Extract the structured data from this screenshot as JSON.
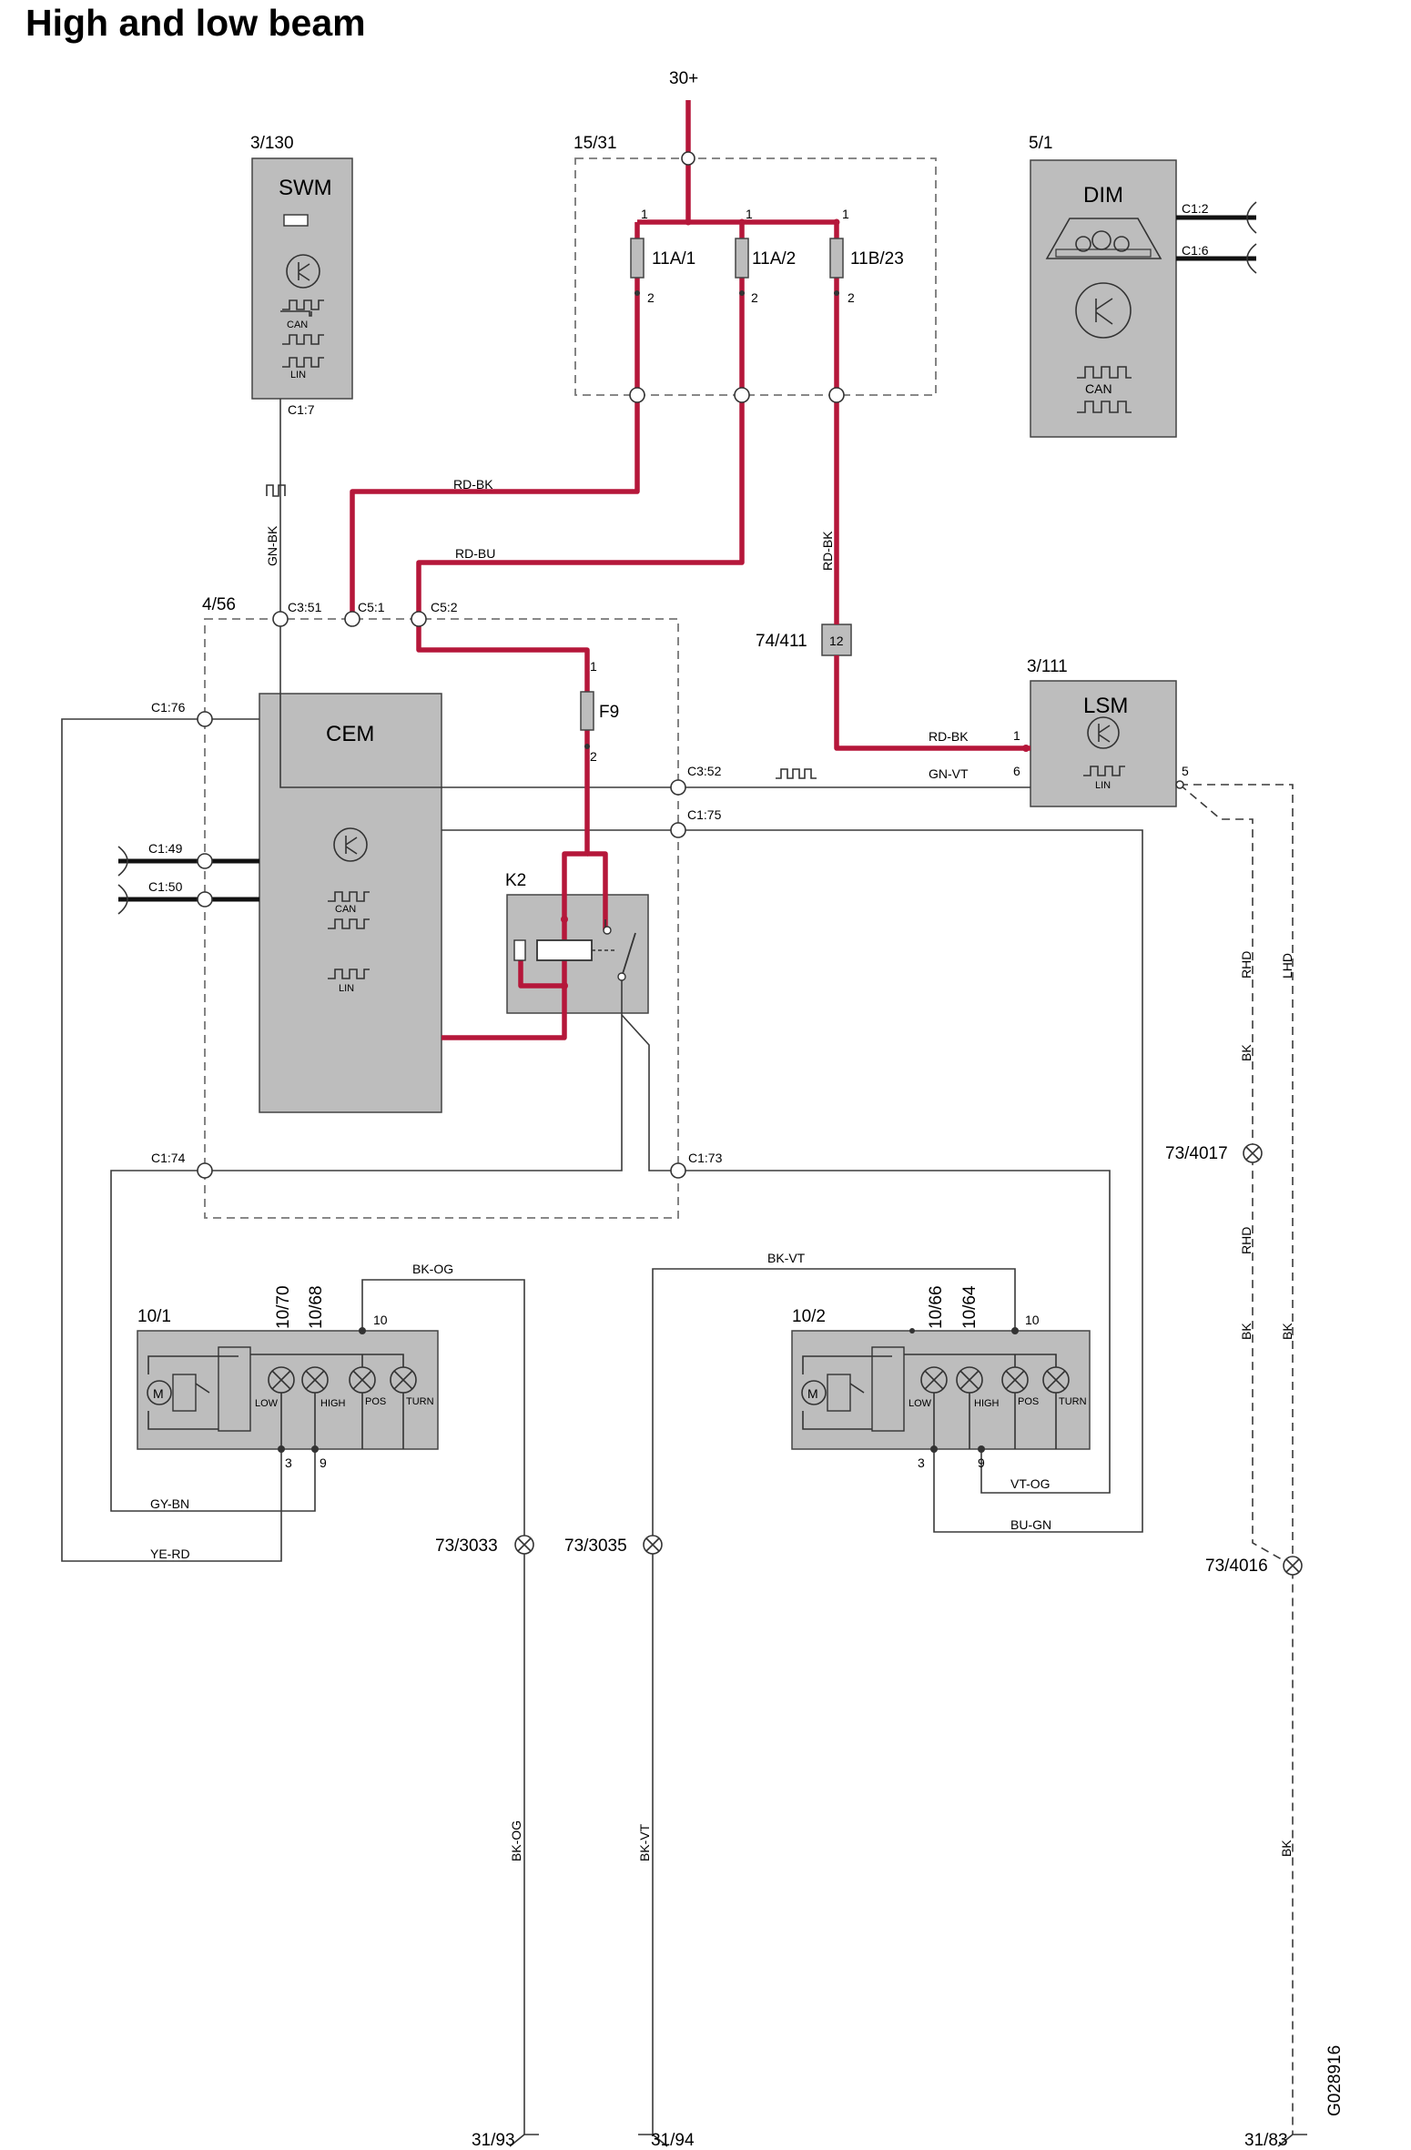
{
  "title": "High and low beam",
  "supply": "30+",
  "components": {
    "swm": {
      "id": "3/130",
      "name": "SWM",
      "connector": "C1:7"
    },
    "fusebox": {
      "id": "15/31",
      "fuses": [
        {
          "name": "11A/1",
          "pin_in": "1",
          "pin_out": "2"
        },
        {
          "name": "11A/2",
          "pin_in": "1",
          "pin_out": "2"
        },
        {
          "name": "11B/23",
          "pin_in": "1",
          "pin_out": "2"
        }
      ]
    },
    "dim": {
      "id": "5/1",
      "name": "DIM",
      "c12": "C1:2",
      "c16": "C1:6"
    },
    "cem": {
      "id": "4/56",
      "name": "CEM",
      "c351": "C3:51",
      "c51": "C5:1",
      "c52": "C5:2",
      "c176": "C1:76",
      "c149": "C1:49",
      "c150": "C1:50",
      "c352": "C3:52",
      "c175": "C1:75",
      "c174": "C1:74",
      "c173": "C1:73"
    },
    "f9": {
      "name": "F9",
      "pin1": "1",
      "pin2": "2"
    },
    "k2": {
      "name": "K2"
    },
    "connector_74_411": {
      "id": "74/411",
      "pin": "12"
    },
    "lsm": {
      "id": "3/111",
      "name": "LSM",
      "pin1": "1",
      "pin6": "6",
      "pin5": "5"
    },
    "lamp_left": {
      "id": "10/1",
      "bulb_low": "10/70",
      "bulb_high": "10/68",
      "pin10": "10",
      "pin3": "3",
      "pin9": "9"
    },
    "lamp_right": {
      "id": "10/2",
      "bulb_low": "10/66",
      "bulb_high": "10/64",
      "pin10": "10",
      "pin3": "3",
      "pin9": "9"
    }
  },
  "bus_labels": {
    "can": "CAN",
    "lin": "LIN"
  },
  "lamp_labels": {
    "low": "LOW",
    "high": "HIGH",
    "pos": "POS",
    "turn": "TURN",
    "motor": "M"
  },
  "wires": {
    "rd_bk": "RD-BK",
    "rd_bu": "RD-BU",
    "gn_bk": "GN-BK",
    "gn_vt": "GN-VT",
    "bk_og": "BK-OG",
    "bk_vt": "BK-VT",
    "gy_bn": "GY-BN",
    "ye_rd": "YE-RD",
    "vt_og": "VT-OG",
    "bu_gn": "BU-GN",
    "bk": "BK",
    "rhd": "RHD",
    "lhd": "LHD"
  },
  "splices": {
    "s3033": "73/3033",
    "s3035": "73/3035",
    "s4017": "73/4017",
    "s4016": "73/4016"
  },
  "grounds": {
    "g93": "31/93",
    "g94": "31/94",
    "g83": "31/83"
  },
  "figure_id": "G028916",
  "colors": {
    "power_wire": "#b5173a",
    "component_fill": "#bdbdbd"
  }
}
